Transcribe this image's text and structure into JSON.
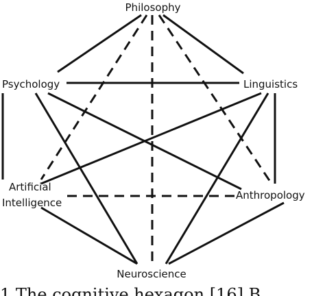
{
  "diagram": {
    "nodes": [
      {
        "id": "philosophy",
        "label": "Philosophy"
      },
      {
        "id": "psychology",
        "label": "Psychology"
      },
      {
        "id": "linguistics",
        "label": "Linguistics"
      },
      {
        "id": "ai",
        "label_lines": [
          "Artificial",
          "Intelligence"
        ]
      },
      {
        "id": "anthropology",
        "label": "Anthropology"
      },
      {
        "id": "neuroscience",
        "label": "Neuroscience"
      }
    ],
    "edges": [
      {
        "from": "philosophy",
        "to": "psychology",
        "style": "solid"
      },
      {
        "from": "philosophy",
        "to": "linguistics",
        "style": "solid"
      },
      {
        "from": "philosophy",
        "to": "ai",
        "style": "dashed"
      },
      {
        "from": "philosophy",
        "to": "anthropology",
        "style": "dashed"
      },
      {
        "from": "philosophy",
        "to": "neuroscience",
        "style": "dashed"
      },
      {
        "from": "psychology",
        "to": "linguistics",
        "style": "solid"
      },
      {
        "from": "psychology",
        "to": "ai",
        "style": "solid"
      },
      {
        "from": "psychology",
        "to": "anthropology",
        "style": "solid"
      },
      {
        "from": "psychology",
        "to": "neuroscience",
        "style": "solid"
      },
      {
        "from": "linguistics",
        "to": "ai",
        "style": "solid"
      },
      {
        "from": "linguistics",
        "to": "anthropology",
        "style": "solid"
      },
      {
        "from": "linguistics",
        "to": "neuroscience",
        "style": "solid"
      },
      {
        "from": "ai",
        "to": "anthropology",
        "style": "dashed"
      },
      {
        "from": "ai",
        "to": "neuroscience",
        "style": "solid"
      },
      {
        "from": "anthropology",
        "to": "neuroscience",
        "style": "solid"
      }
    ]
  },
  "caption_fragment": "1  The cognitive hexagon  [16]  B..."
}
